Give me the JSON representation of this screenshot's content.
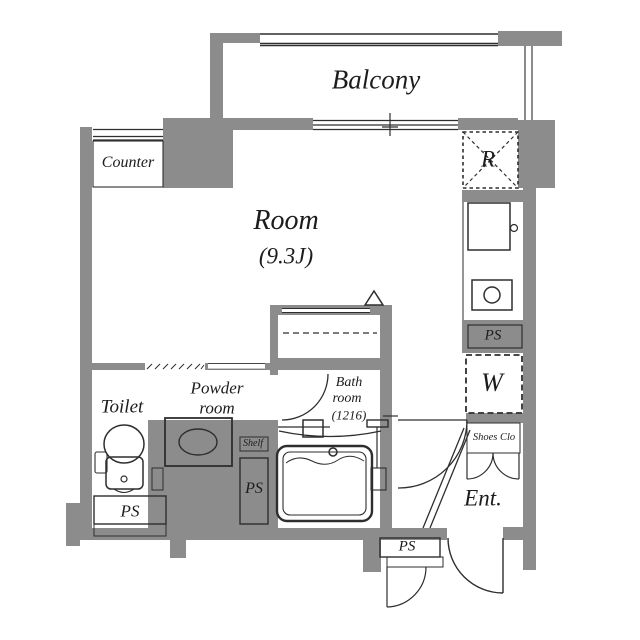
{
  "title": "Apartment floor plan",
  "colors": {
    "wall": "#8c8c8c",
    "line": "#2e2e2e",
    "text": "#1c1c1c",
    "background": "#ffffff"
  },
  "labels": {
    "balcony": "Balcony",
    "room": "Room",
    "room_size": "(9.3J)",
    "counter": "Counter",
    "toilet": "Toilet",
    "powder_line1": "Powder",
    "powder_line2": "room",
    "bath_line1": "Bath",
    "bath_line2": "room",
    "bath_line3": "(1216)",
    "shelf": "Shelf",
    "refrigerator": "R",
    "washer": "W",
    "pipe_space": "PS",
    "shoes_closet": "Shoes Clo",
    "entrance": "Ent."
  }
}
